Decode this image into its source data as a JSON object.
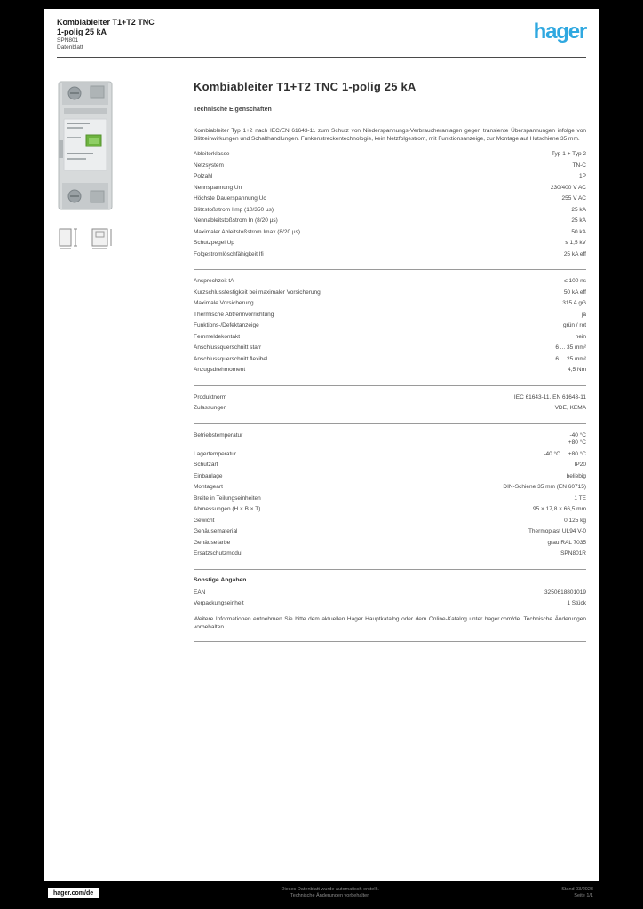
{
  "header": {
    "line1": "Kombiableiter T1+T2 TNC",
    "line2": "1-polig 25 kA",
    "line3": "SPN801",
    "line4": "Datenblatt",
    "logo_text": "hager",
    "logo_color": "#2fa8e0"
  },
  "product_media": {
    "photo_alt": "Produktfoto Kombiableiter SPN801, 1 Modul, Hutschienenmontage",
    "drawing1_alt": "Massbild Vorderansicht",
    "drawing2_alt": "Massbild Seitenansicht",
    "indicator_color": "#6db33f"
  },
  "content": {
    "title": "Kombiableiter T1+T2 TNC 1-polig 25 kA",
    "subtitle": "Technische Eigenschaften",
    "sections": [
      {
        "paragraph": "Kombiableiter Typ 1+2 nach IEC/EN 61643-11 zum Schutz von Niederspannungs-Verbraucheranlagen gegen transiente Überspannungen infolge von Blitzeinwirkungen und Schalthandlungen. Funkenstreckentechnologie, kein Netzfolgestrom, mit Funktionsanzeige, zur Montage auf Hutschiene 35 mm.",
        "rows": [
          {
            "label": "Ableiterklasse",
            "value": "Typ 1 + Typ 2"
          },
          {
            "label": "Netzsystem",
            "value": "TN-C"
          },
          {
            "label": "Polzahl",
            "value": "1P"
          },
          {
            "label": "Nennspannung Un",
            "value": "230/400 V AC"
          },
          {
            "label": "Höchste Dauerspannung Uc",
            "value": "255 V AC"
          },
          {
            "label": "Blitzstoßstrom Iimp (10/350 µs)",
            "value": "25 kA"
          },
          {
            "label": "Nennableitstoßstrom In (8/20 µs)",
            "value": "25 kA"
          },
          {
            "label": "Maximaler Ableitstoßstrom Imax (8/20 µs)",
            "value": "50 kA"
          },
          {
            "label": "Schutzpegel Up",
            "value": "≤ 1,5 kV"
          },
          {
            "label": "Folgestromlöschfähigkeit Ifi",
            "value": "25 kA eff"
          }
        ]
      },
      {
        "rows": [
          {
            "label": "Ansprechzeit tA",
            "value": "≤ 100 ns"
          },
          {
            "label": "Kurzschlussfestigkeit bei maximaler Vorsicherung",
            "value": "50 kA eff"
          },
          {
            "label": "Maximale Vorsicherung",
            "value": "315 A gG"
          },
          {
            "label": "Thermische Abtrennvorrichtung",
            "value": "ja"
          },
          {
            "label": "Funktions-/Defektanzeige",
            "value": "grün / rot"
          },
          {
            "label": "Fernmeldekontakt",
            "value": "nein"
          },
          {
            "label": "Anschlussquerschnitt starr",
            "value": "6 ... 35 mm²"
          },
          {
            "label": "Anschlussquerschnitt flexibel",
            "value": "6 ... 25 mm²"
          },
          {
            "label": "Anzugsdrehmoment",
            "value": "4,5 Nm"
          }
        ]
      },
      {
        "rows": [
          {
            "label": "Produktnorm",
            "value": "IEC 61643-11, EN 61643-11"
          },
          {
            "label": "Zulassungen",
            "value": "VDE, KEMA"
          }
        ]
      },
      {
        "rows": [
          {
            "label": "Betriebstemperatur",
            "value": "-40 °C",
            "value2": "+80 °C"
          },
          {
            "label": "Lagertemperatur",
            "value": "-40 °C ... +80 °C"
          },
          {
            "label": "Schutzart",
            "value": "IP20"
          },
          {
            "label": "Einbaulage",
            "value": "beliebig"
          },
          {
            "label": "Montageart",
            "value": "DIN-Schiene 35 mm (EN 60715)"
          },
          {
            "label": "Breite in Teilungseinheiten",
            "value": "1 TE"
          },
          {
            "label": "Abmessungen (H × B × T)",
            "value": "95 × 17,8 × 66,5 mm"
          },
          {
            "label": "Gewicht",
            "value": "0,125 kg"
          },
          {
            "label": "Gehäusematerial",
            "value": "Thermoplast UL94 V-0"
          },
          {
            "label": "Gehäusefarbe",
            "value": "grau RAL 7035"
          },
          {
            "label": "Ersatzschutzmodul",
            "value": "SPN801R"
          }
        ]
      },
      {
        "heading": "Sonstige Angaben",
        "rows": [
          {
            "label": "EAN",
            "value": "3250618801019"
          },
          {
            "label": "Verpackungseinheit",
            "value": "1 Stück"
          }
        ],
        "note": "Weitere Informationen entnehmen Sie bitte dem aktuellen Hager Hauptkatalog oder dem Online-Katalog unter hager.com/de. Technische Änderungen vorbehalten."
      }
    ]
  },
  "footer": {
    "site": "hager.com/de",
    "center_line1": "Dieses Datenblatt wurde automatisch erstellt.",
    "center_line2": "Technische Änderungen vorbehalten",
    "right_line1": "Stand 03/2023",
    "right_line2": "Seite 1/1"
  }
}
